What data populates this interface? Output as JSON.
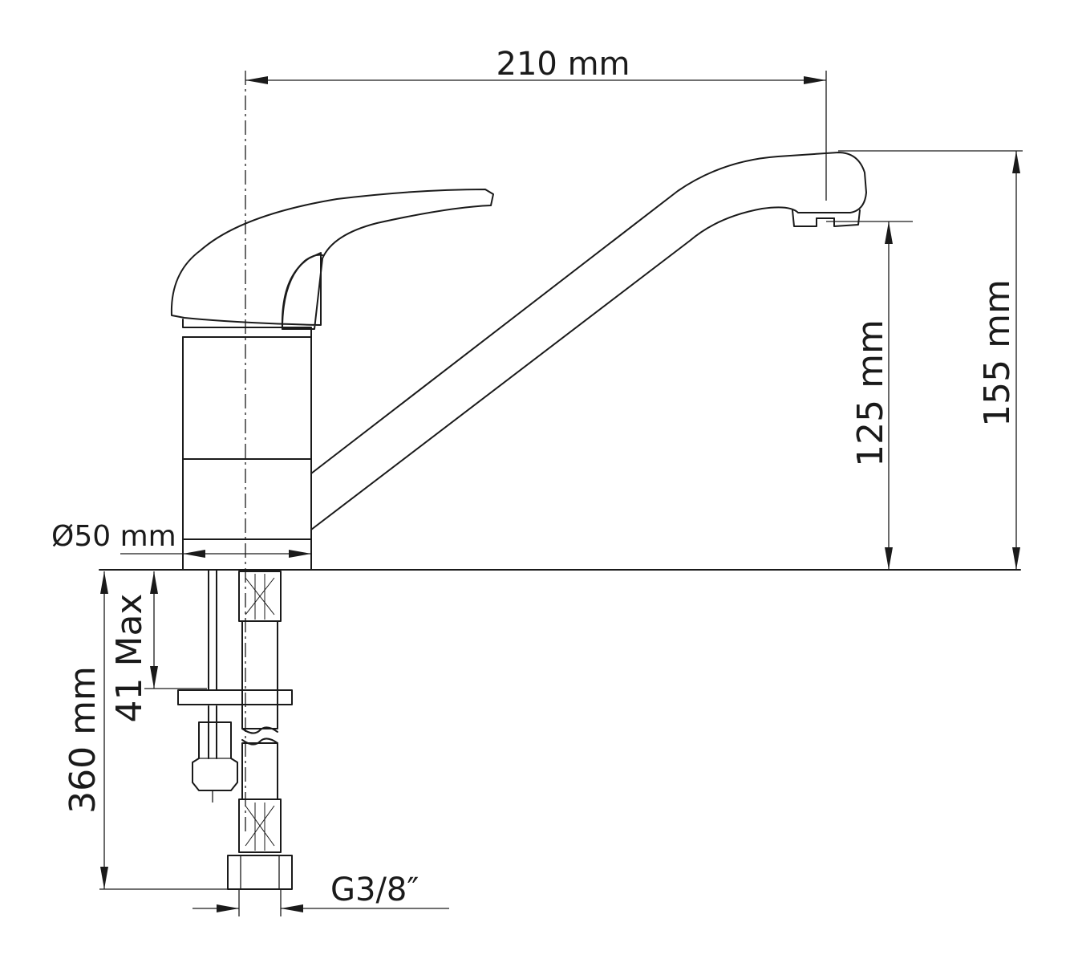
{
  "dimensions": {
    "spout_reach": "210 mm",
    "total_height": "155 mm",
    "spout_height": "125 mm",
    "base_diameter": "Ø50 mm",
    "max_mount_thickness": "41 Max",
    "hose_length": "360 mm",
    "hose_connection": "G3/8″"
  },
  "colors": {
    "line": "#1a1a1a",
    "background": "#ffffff"
  }
}
